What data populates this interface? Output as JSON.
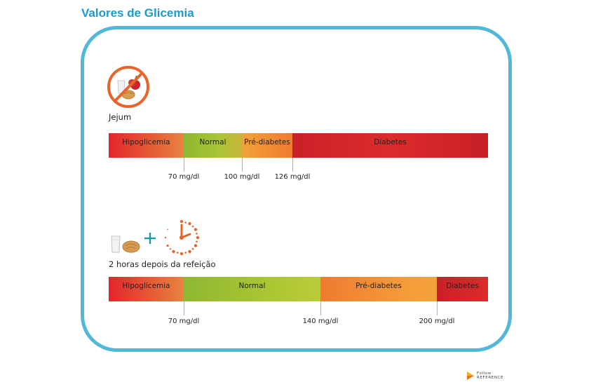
{
  "title": "Valores de Glicemia",
  "colors": {
    "title": "#1b9bd0",
    "frame": "#52b7d9",
    "hipoglicemia": "#e8262a",
    "normal": "#a5c532",
    "pre_diabetes": "#f49a35",
    "diabetes": "#c9202a"
  },
  "fasting": {
    "icon": "no-food-icon",
    "label": "Jejum",
    "segments": [
      {
        "label": "Hipoglicemia"
      },
      {
        "label": "Normal"
      },
      {
        "label": "Pré-diabetes"
      },
      {
        "label": "Diabetes"
      }
    ],
    "thresholds": [
      "70 mg/dl",
      "100 mg/dl",
      "126 mg/dl"
    ]
  },
  "postprandial": {
    "icons": [
      "food-icon",
      "plus-icon",
      "clock-icon"
    ],
    "label": "2 horas depois da refeição",
    "segments": [
      {
        "label": "Hipoglicemia"
      },
      {
        "label": "Normal"
      },
      {
        "label": "Pré-diabetes"
      },
      {
        "label": "Diabetes"
      }
    ],
    "thresholds": [
      "70 mg/dl",
      "140 mg/dl",
      "200 mg/dl"
    ]
  },
  "logo": {
    "line1": "Follow",
    "line2": "REFERENCE"
  }
}
